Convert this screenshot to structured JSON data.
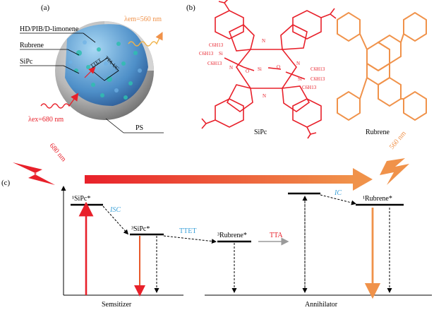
{
  "panels": {
    "a": "(a)",
    "b": "(b)",
    "c": "(c)"
  },
  "panel_a": {
    "layer_label": "HD/PIB/D-limonene",
    "rubrene_label": "Rubrene",
    "sipc_label": "SiPc",
    "ps_label": "PS",
    "em_label": "λem=560 nm",
    "ex_label": "λex=680 nm",
    "ttet_label": "TTET",
    "tta_label": "TTA-UC"
  },
  "panel_b": {
    "sipc_caption": "SiPc",
    "rubrene_caption": "Rubrene",
    "n_label": "N",
    "si_label": "Si",
    "o_label": "O",
    "c6h13": "C6H13"
  },
  "arrow_band": {
    "left_label": "680 nm",
    "right_label": "560 nm"
  },
  "energy_diagram": {
    "states": {
      "s1_sipc": "¹SiPc*",
      "t1_sipc": "³SiPc*",
      "t1_rub": "³Rubrene*",
      "s1_rub": "¹Rubrene*"
    },
    "processes": {
      "isc": "ISC",
      "ttet": "TTET",
      "tta": "TTA",
      "ic": "IC"
    },
    "axis_labels": {
      "sensitizer": "Semsitizer",
      "annihilator": "Annihilator"
    }
  },
  "colors": {
    "red": "#e8202a",
    "orange": "#f0924a",
    "blue": "#3aa0d8",
    "gray": "#9a9a9a",
    "black": "#000000"
  }
}
